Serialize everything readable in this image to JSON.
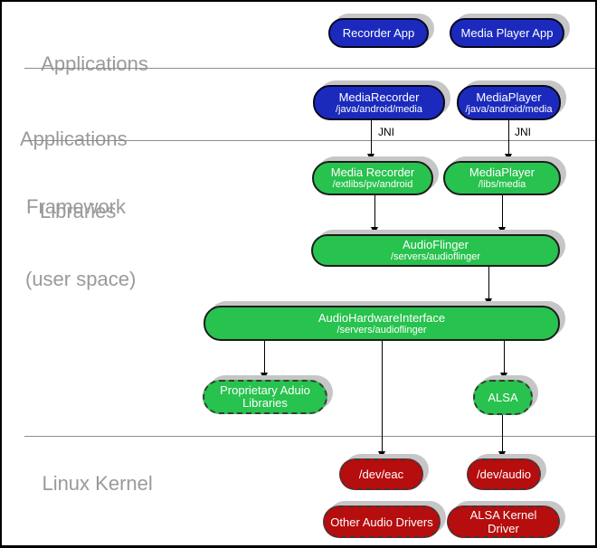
{
  "layers": {
    "applications": {
      "label": "Applications"
    },
    "framework": {
      "line1": "Applications",
      "line2": "Framework"
    },
    "libraries": {
      "line1": "Libraries",
      "line2": "(user space)"
    },
    "kernel": {
      "label": "Linux Kernel"
    }
  },
  "labels": {
    "jni": "JNI"
  },
  "boxes": {
    "recorder_app": {
      "title": "Recorder App"
    },
    "media_player_app": {
      "title": "Media Player App"
    },
    "mediarecorder_fw": {
      "title": "MediaRecorder",
      "subtitle": "/java/android/media"
    },
    "mediaplayer_fw": {
      "title": "MediaPlayer",
      "subtitle": "/java/android/media"
    },
    "media_recorder_lib": {
      "title": "Media Recorder",
      "subtitle": "/extlibs/pv/android"
    },
    "mediaplayer_lib": {
      "title": "MediaPlayer",
      "subtitle": "/libs/media"
    },
    "audioflinger": {
      "title": "AudioFlinger",
      "subtitle": "/servers/audioflinger"
    },
    "audio_hardware_interface": {
      "title": "AudioHardwareInterface",
      "subtitle": "/servers/audioflinger"
    },
    "proprietary_audio_libraries": {
      "title": "Proprietary Aduio Libraries"
    },
    "alsa": {
      "title": "ALSA"
    },
    "dev_eac": {
      "title": "/dev/eac"
    },
    "dev_audio": {
      "title": "/dev/audio"
    },
    "other_audio_drivers": {
      "title": "Other Audio Drivers"
    },
    "alsa_kernel_driver": {
      "title": "ALSA Kernel Driver"
    }
  },
  "colors": {
    "app_blue": "#1b2abd",
    "lib_green": "#28c24e",
    "kernel_red": "#b60d0e",
    "shadow_gray": "#c6c6c6",
    "label_gray": "#9a9a9a",
    "divider_gray": "#8c8c8c"
  }
}
